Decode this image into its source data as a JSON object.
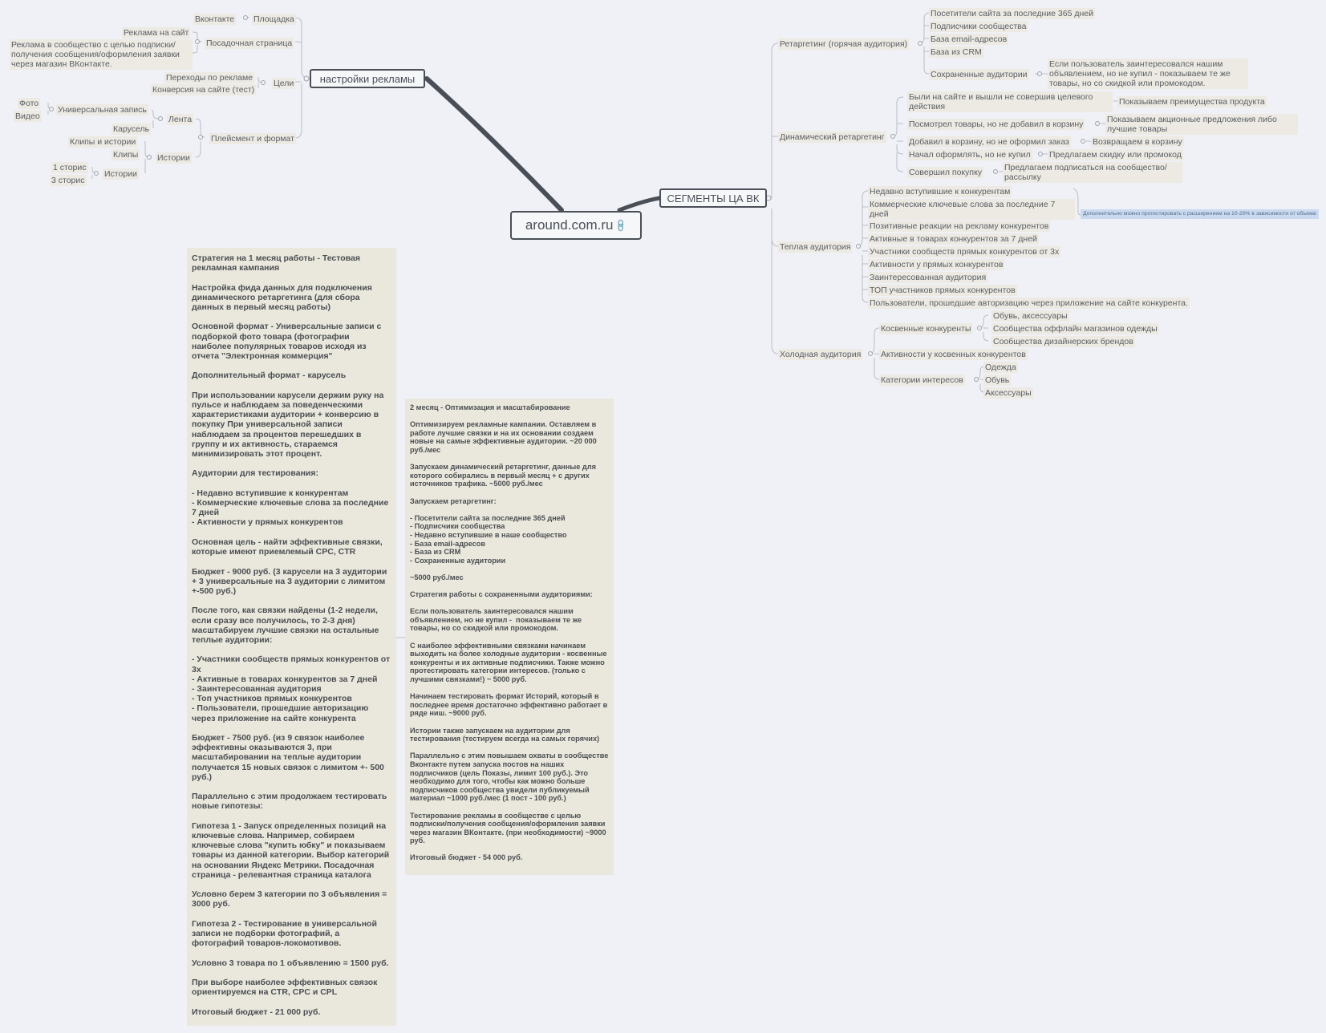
{
  "root": {
    "label": "around.com.ru"
  },
  "left_branch": {
    "title": "настройки рекламы",
    "items": {
      "vk": "Вконтакте",
      "platform": "Площадка",
      "ads_site": "Реклама на сайт",
      "ads_community": "Реклама в сообщество с целью подписки/ получения сообщения/оформления заявки через магазин ВКонтакте.",
      "landing": "Посадочная страница",
      "clicks": "Переходы по рекламе",
      "conversion": "Конверсия на сайте (тест)",
      "goals": "Цели",
      "photo": "Фото",
      "video": "Видео",
      "universal": "Универсальная запись",
      "carousel": "Карусель",
      "feed": "Лента",
      "clips_stories": "Клипы и истории",
      "clips": "Клипы",
      "stories": "Истории",
      "story1": "1 сторис",
      "story3": "3 сторис",
      "stories2": "Истории",
      "placement": "Плейсмент и формат"
    }
  },
  "right_branch": {
    "title": "СЕГМЕНТЫ ЦА ВК",
    "retarget": {
      "title": "Ретаргетинг (горячая аудитория)",
      "items": [
        "Посетители сайта за последние 365 дней",
        "Подписчики сообщества",
        "База email-адресов",
        "База из CRM",
        "Сохраненные аудитории"
      ],
      "saved_note": "Если пользователь заинтересовался нашим объявлением, но не купил - показываем те же товары, но со скидкой или промокодом."
    },
    "dynamic": {
      "title": "Динамический ретаргетинг",
      "items": [
        "Были на сайте и вышли не совершив целевого действия",
        "Посмотрел товары, но не добавил в корзину",
        "Добавил в корзину, но не оформил заказ",
        "Начал оформлять, но не купил",
        "Совершил покупку"
      ],
      "actions": [
        "Показываем преимущества продукта",
        "Показываем акционные предложения либо лучшие товары",
        "Возвращаем в корзину",
        "Предлагаем скидку или промокод",
        "Предлагаем подписаться на сообщество/ рассылку"
      ]
    },
    "warm": {
      "title": "Теплая аудитория",
      "items": [
        "Недавно вступившие к конкурентам",
        "Коммерческие ключевые слова за последние 7 дней",
        "Позитивные реакции на рекламу конкурентов",
        "Активные в товарах конкурентов за 7 дней",
        "Участники сообществ прямых конкурентов от 3х",
        "Активности у прямых конкурентов",
        "Заинтересованная аудитория",
        "ТОП участников прямых конкурентов",
        "Пользователи, прошедшие авторизацию через приложение на сайте конкурента."
      ],
      "tag": "Дополнительно можно протестировать с расширением на 10-20% в зависимости от объема"
    },
    "cold": {
      "title": "Холодная аудитория",
      "indirect": "Косвенные конкуренты",
      "indirect_items": [
        "Обувь, аксессуары",
        "Сообщества оффлайн магазинов одежды",
        "Сообщества дизайнерских брендов"
      ],
      "activity": "Активности у косвенных конкурентов",
      "interests": "Категории интересов",
      "interest_items": [
        "Одежда",
        "Обувь",
        "Аксессуары"
      ]
    }
  },
  "note1": "Стратегия на 1 месяц работы - Тестовая рекламная кампания\n\nНастройка фида данных для подключения динамического ретаргетинга (для сбора данных в первый месяц работы)\n\nОсновной формат - Универсальные записи с подборкой фото товара (фотографии наиболее популярных товаров исходя из отчета \"Электронная коммерция\"\n\nДополнительный формат - карусель\n\nПри использовании карусели держим руку на пульсе и наблюдаем за поведенческими характеристиками аудитории + конверсию в покупку При универсальной записи наблюдаем за процентов перешедших в группу и их активность, стараемся минимизировать этот процент.\n\nАудитории для тестирования:\n\n- Недавно вступившие к конкурентам\n- Коммерческие ключевые слова за последние 7 дней\n- Активности у прямых конкурентов\n\nОсновная цель - найти эффективные связки, которые имеют приемлемый CPC, CTR\n\nБюджет - 9000 руб. (3 карусели на 3 аудитории + 3 универсальные на 3 аудитории с лимитом +-500 руб.)\n\nПосле того, как связки найдены (1-2 недели, если сразу все получилось, то 2-3 дня) масштабируем лучшие связки на остальные теплые аудитории:\n\n- Участники сообществ прямых конкурентов от 3х\n- Активные в товарах конкурентов за 7 дней\n- Заинтересованная аудитория\n- Топ участников прямых конкурентов\n- Пользователи, прошедшие авторизацию через приложение на сайте конкурента\n\nБюджет - 7500 руб. (из 9 связок наиболее эффективны оказываются 3, при масштабировании на теплые аудитории получается 15 новых связок с лимитом +- 500 руб.)\n\nПараллельно с этим продолжаем тестировать новые гипотезы:\n\nГипотеза 1 - Запуск определенных позиций на ключевые слова. Например, собираем ключевые слова \"купить юбку\" и показываем товары из данной категории. Выбор категорий на основании Яндекс Метрики. Посадочная страница - релевантная страница каталога\n\nУсловно берем 3 категории по 3 объявления = 3000 руб.\n\nГипотеза 2 - Тестирование в универсальной записи не подборки фотографий, а фотографий товаров-локомотивов.\n\nУсловно 3 товара по 1 объявлению = 1500 руб.\n\nПри выборе наиболее эффективных связок ориентируемся на CTR, CPC и CPL\n\nИтоговый бюджет - 21 000 руб.",
  "note2": "2 месяц - Оптимизация и масштабирование\n\nОптимизируем рекламные кампании. Оставляем в работе лучшие связки и на их основании создаем новые на самые эффективные аудитории. ~20 000 руб./мес\n\nЗапускаем динамический ретаргетинг, данные для которого собирались в первый месяц + с других источников трафика. ~5000 руб./мес\n\nЗапускаем ретаргетинг:\n\n- Посетители сайта за последние 365 дней\n- Подписчики сообщества\n- Недавно вступившие в наше сообщество\n- База email-адресов\n- База из CRM\n- Сохраненные аудитории\n\n~5000 руб./мес\n\nСтратегия работы с сохраненными аудиториями:\n\nЕсли пользователь заинтересовался нашим объявлением, но не купил -  показываем те же товары, но со скидкой или промокодом.\n\nС наиболее эффективными связками начинаем выходить на более холодные аудитории - косвенные конкуренты и их активные подписчики. Также можно протестировать категории интересов. (только с лучшими связками!) ~ 5000 руб.\n\nНачинаем тестировать формат Историй, который в последнее время достаточно эффективно работает в ряде ниш. ~9000 руб.\n\nИстории также запускаем на аудитории для тестирования (тестируем всегда на самых горячих)\n\nПараллельно с этим повышаем охваты в сообществе Вконтакте путем запуска постов на наших подписчиков (цель Показы, лимит 100 руб.). Это необходимо для того, чтобы как можно больше подписчиков сообщества увидели публикуемый материал ~1000 руб./мес (1 пост - 100 руб.)\n\nТестирование рекламы в сообществе с целью подписки/получения сообщения/оформления заявки через магазин ВКонтакте. (при необходимости) ~9000 руб.\n\nИтоговый бюджет - 54 000 руб.",
  "colors": {
    "background": "#eff1f6",
    "node_border": "#4a4f57",
    "line": "#b9bdc4",
    "note_bg": "#eae8dd",
    "tag_bg": "#c9daf0"
  }
}
